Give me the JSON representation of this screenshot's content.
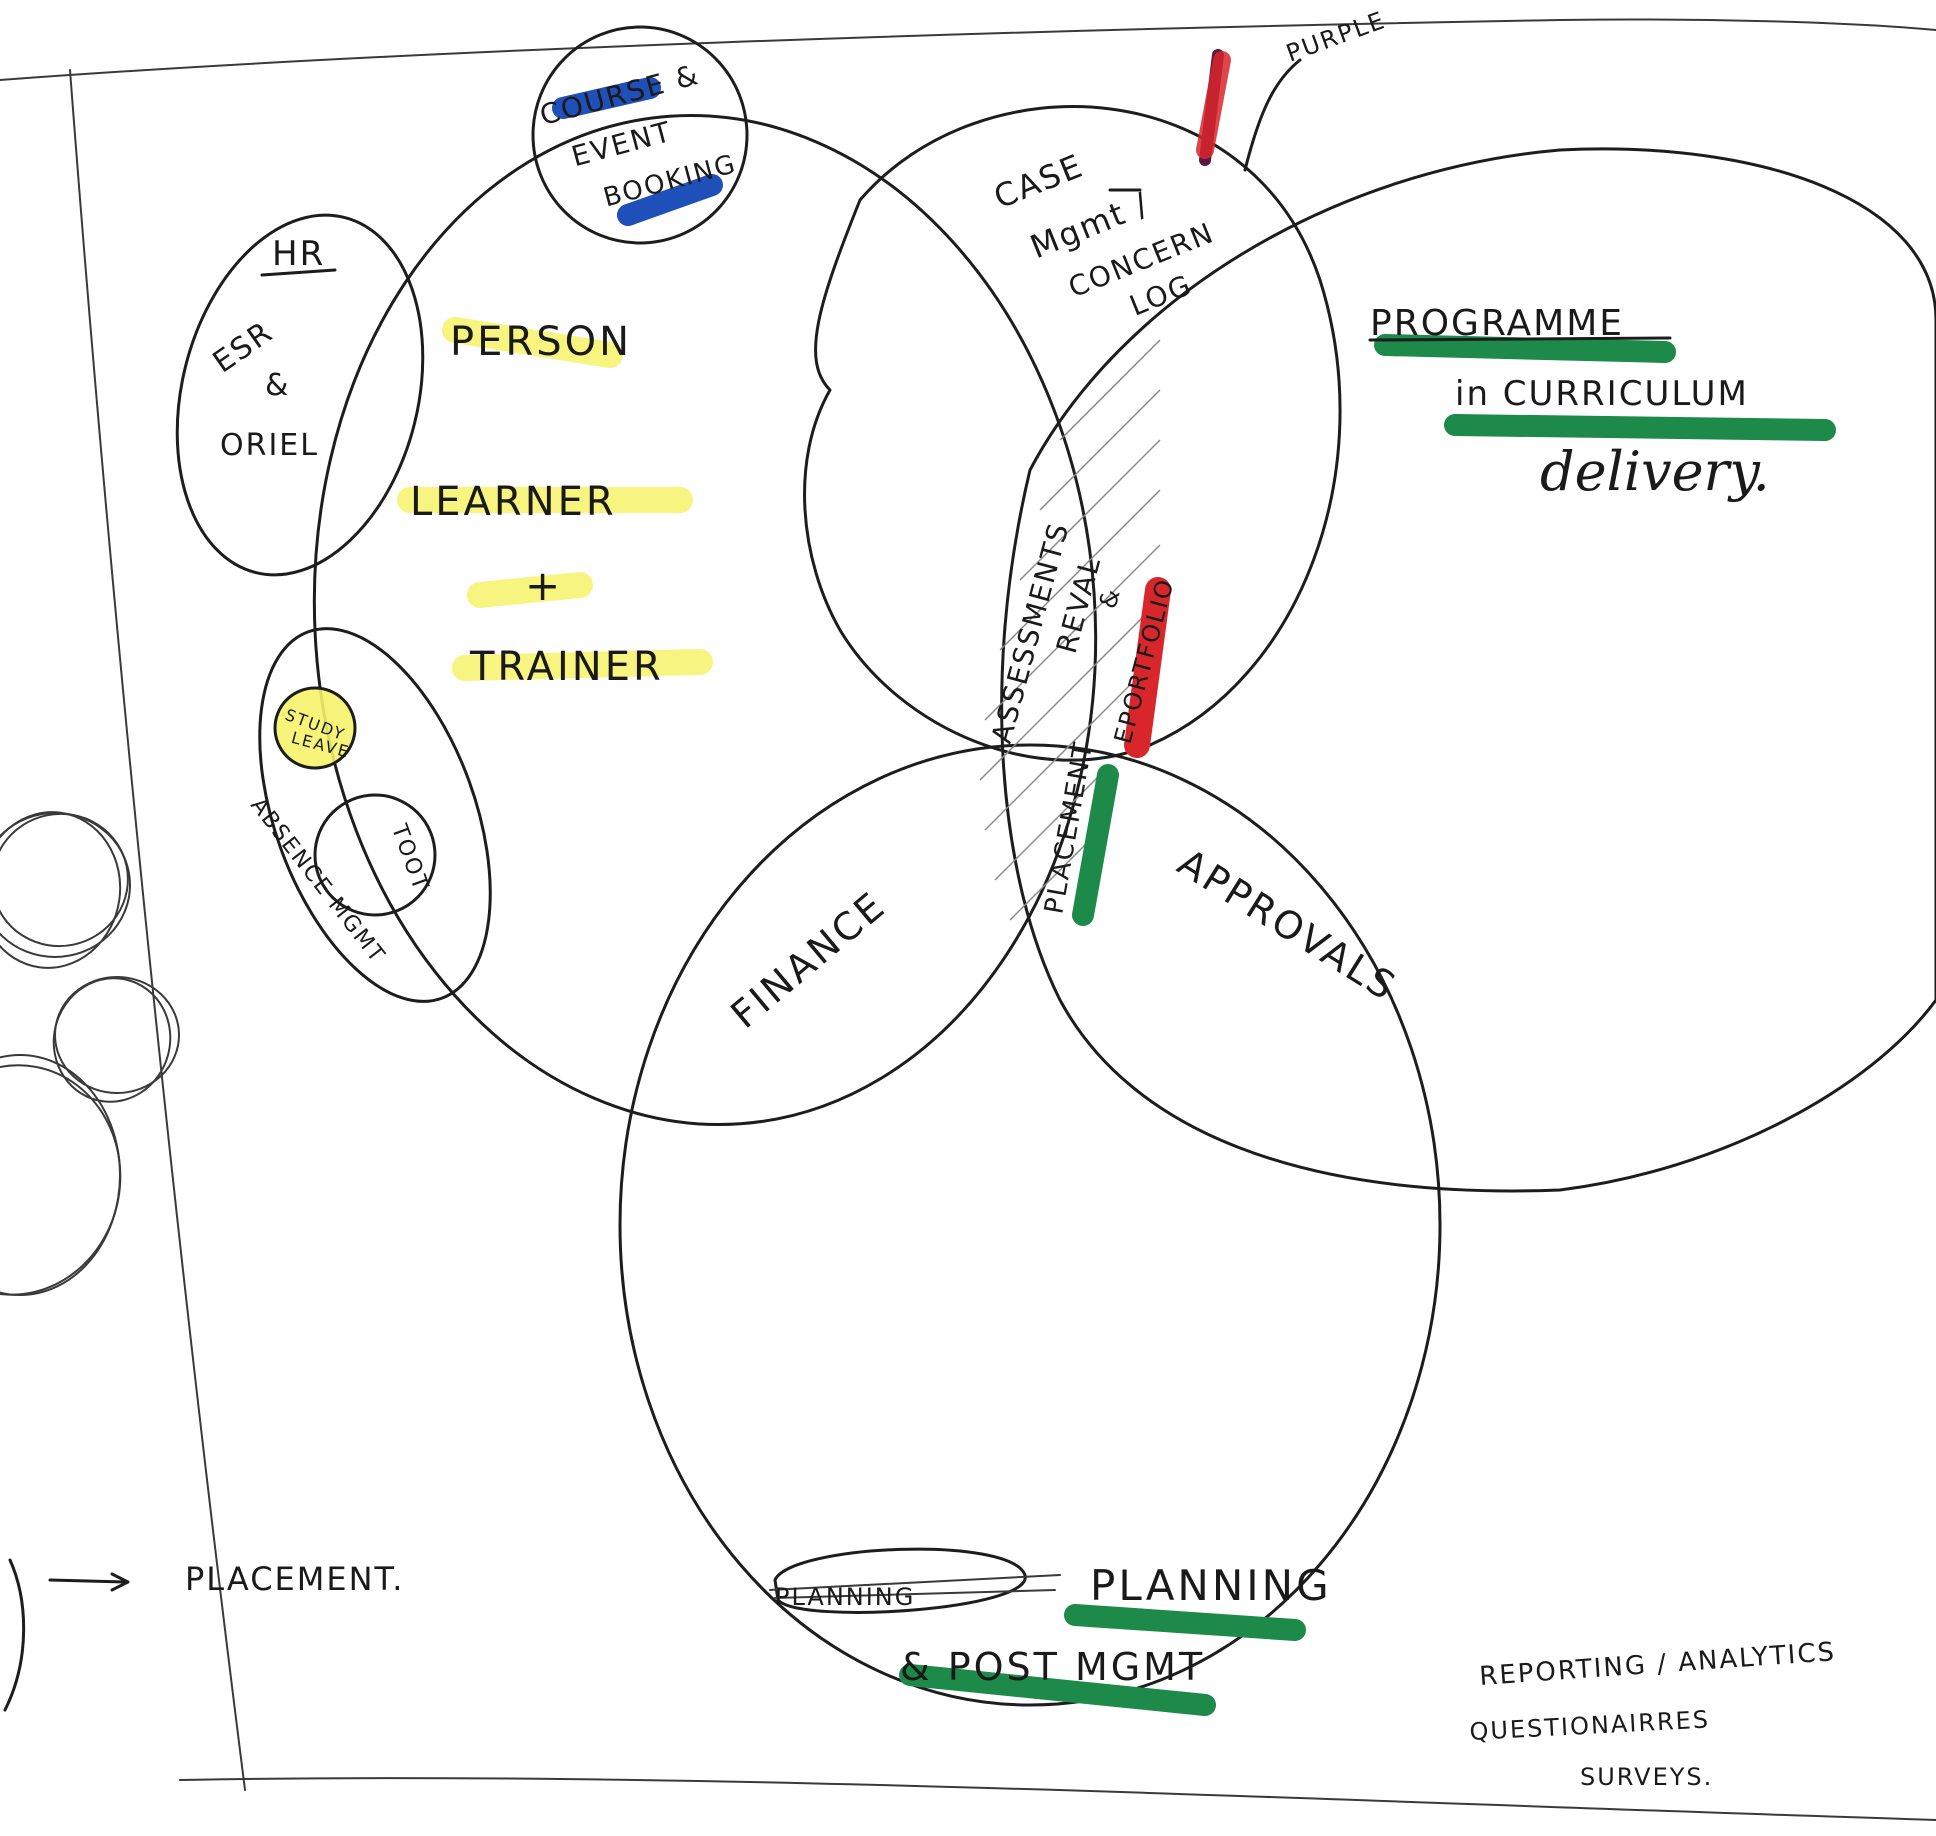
{
  "colors": {
    "highlight_yellow": "#f6f36a",
    "highlight_green": "#1e8a4a",
    "highlight_blue": "#1f4fb8",
    "highlight_red": "#d9262b",
    "marker_purple": "#5a1740"
  },
  "labels": {
    "course_line1": "COURSE &",
    "course_line2": "EVENT",
    "course_line3": "BOOKING",
    "purple": "PURPLE",
    "case_line1": "CASE",
    "case_line2": "Mgmt /",
    "case_line3": "CONCERN",
    "case_line4": "LOG",
    "hr": "HR",
    "esr_line1": "ESR",
    "esr_line2": "&",
    "esr_line3": "ORIEL",
    "person": "PERSON",
    "learner": "LEARNER",
    "plus": "+",
    "trainer": "TRAINER",
    "programme_line1": "PROGRAMME",
    "programme_line2": "in CURRICULUM",
    "programme_line3": "delivery.",
    "study_leave_line1": "STUDY",
    "study_leave_line2": "LEAVE",
    "toot": "TOOT",
    "absence_mgmt": "ABSENCE MGMT",
    "assessments": "ASSESSMENTS",
    "reval": "REVAL",
    "amp": "&",
    "eportfolio": "EPORTFOLIO",
    "placement_vertical": "PLACEMENT",
    "finance": "FINANCE",
    "approvals": "APPROVALS",
    "placement_left": "PLACEMENT.",
    "planning_crossed": "PLANNING",
    "planning": "PLANNING",
    "post_mgmt": "& POST MGMT",
    "reporting_line1": "REPORTING / ANALYTICS",
    "reporting_line2": "QUESTIONAIRRES",
    "reporting_line3": "SURVEYS."
  }
}
